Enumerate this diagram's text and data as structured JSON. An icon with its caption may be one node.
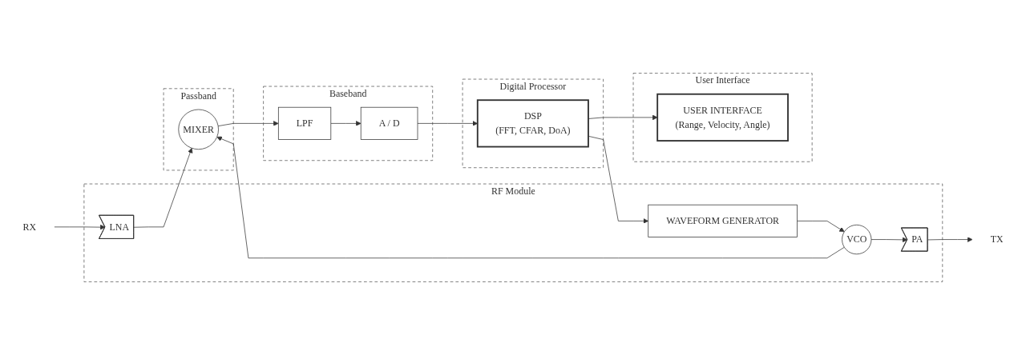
{
  "diagram": {
    "nodes": [
      {
        "text": [
          "RF Module"
        ]
      },
      {
        "text": [
          "Passband"
        ]
      },
      {
        "text": [
          "Baseband"
        ]
      },
      {
        "text": [
          "Digital Processor"
        ]
      },
      {
        "text": [
          "User Interface"
        ]
      },
      {
        "text": [
          "RX"
        ]
      },
      {
        "text": [
          "LNA"
        ],
        "in": 0
      },
      {
        "text": [
          "MIXER"
        ],
        "in": 1
      },
      {
        "text": [
          "LPF"
        ],
        "in": 2
      },
      {
        "text": [
          "A / D"
        ],
        "in": 2
      },
      {
        "text": [
          "DSP",
          "(FFT, CFAR, DoA)"
        ],
        "in": 3
      },
      {
        "text": [
          "USER INTERFACE",
          "(Range, Velocity, Angle)"
        ],
        "in": 4
      },
      {
        "text": [
          "TX"
        ]
      },
      {
        "text": [
          "PA"
        ],
        "in": 0
      },
      {
        "text": [
          "VCO"
        ],
        "in": 0
      },
      {
        "text": [
          "WAVEFORM GENERATOR"
        ],
        "in": 0
      }
    ],
    "edges": [
      {
        "from": 5,
        "to": 6,
        "arrow": "to"
      },
      {
        "from": 6,
        "to": 7,
        "arrow": "to"
      },
      {
        "from": 7,
        "to": 8,
        "arrow": "to"
      },
      {
        "from": 8,
        "to": 9,
        "arrow": "to"
      },
      {
        "from": 9,
        "to": 10,
        "arrow": "to"
      },
      {
        "from": 10,
        "to": 11,
        "arrow": "to"
      },
      {
        "from": 14,
        "to": 7,
        "arrow": "to"
      },
      {
        "from": 10,
        "to": 15,
        "arrow": "to"
      },
      {
        "from": 15,
        "to": 14,
        "arrow": "to"
      },
      {
        "from": 14,
        "to": 13,
        "arrow": "to"
      },
      {
        "from": 13,
        "to": 12,
        "arrow": "to"
      }
    ]
  }
}
